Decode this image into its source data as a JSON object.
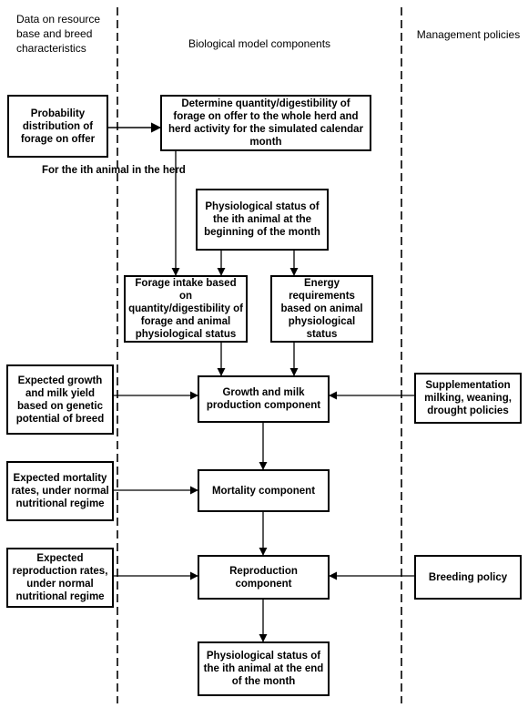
{
  "headers": {
    "left": "Data on resource base and breed characteristics",
    "center": "Biological model components",
    "right": "Management policies"
  },
  "nodes": {
    "prob_forage": "Probability distribution of forage on offer",
    "determine_forage": "Determine quantity/digestibility of forage on offer to the whole herd and herd activity for the simulated calendar month",
    "ith_animal_note": "For the ith animal in the herd",
    "phys_status_begin": "Physiological status of the ith animal at the beginning of the month",
    "forage_intake": "Forage intake based on quantity/digestibility of forage and animal physiological status",
    "energy_req": "Energy requirements based on animal physiological status",
    "expected_growth": "Expected growth and milk yield based on genetic potential of breed",
    "growth_milk": "Growth and milk production component",
    "supplementation": "Supplementation milking, weaning, drought policies",
    "expected_mortality": "Expected mortality rates, under normal nutritional regime",
    "mortality": "Mortality component",
    "expected_repro": "Expected reproduction rates, under normal nutritional regime",
    "reproduction": "Reproduction component",
    "breeding": "Breeding policy",
    "phys_status_end": "Physiological status of the ith animal at the end of the month"
  }
}
